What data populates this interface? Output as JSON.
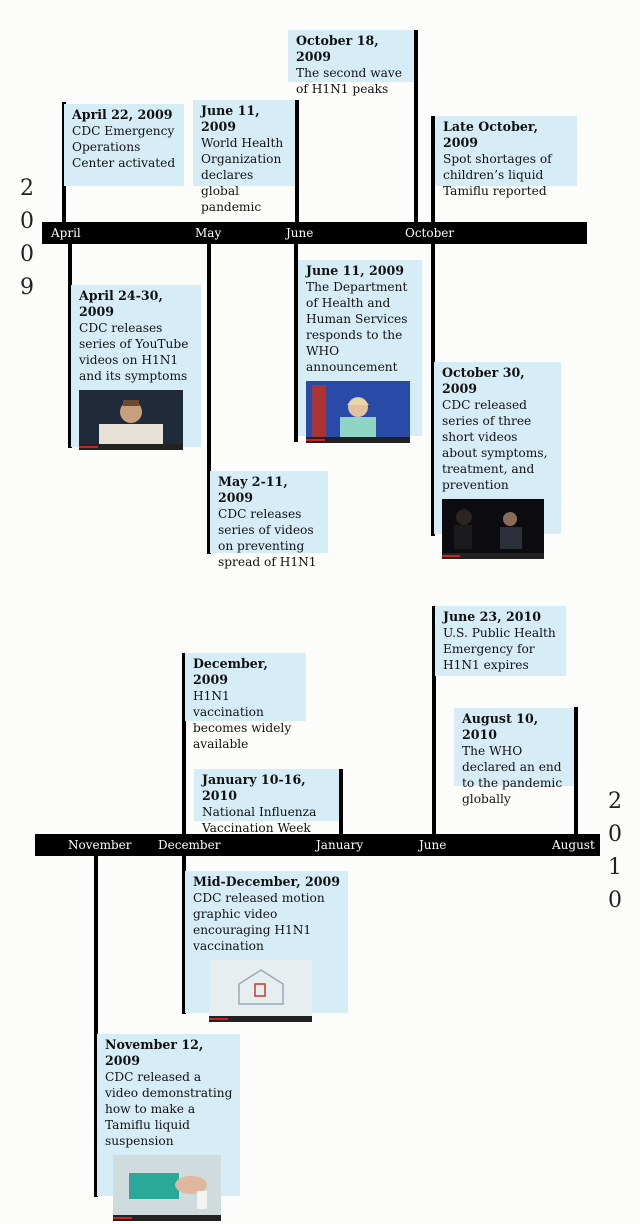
{
  "year_top": [
    "2",
    "0",
    "0",
    "9"
  ],
  "year_bottom": [
    "2",
    "0",
    "1",
    "0"
  ],
  "axis1": {
    "months": [
      "April",
      "May",
      "June",
      "October"
    ]
  },
  "axis2": {
    "months": [
      "November",
      "December",
      "January",
      "June",
      "August"
    ]
  },
  "events": {
    "apr22": {
      "date": "April 22, 2009",
      "text": "CDC Emergency Operations Center activated"
    },
    "jun11a": {
      "date": "June 11, 2009",
      "text": "World Health Organization declares global pandemic"
    },
    "oct18": {
      "date": "October 18, 2009",
      "text": "The second wave of H1N1 peaks"
    },
    "lateoct": {
      "date": "Late October, 2009",
      "text": "Spot shortages of children’s liquid Tamiflu reported"
    },
    "apr24": {
      "date": "April 24-30, 2009",
      "text": "CDC releases series of YouTube videos on H1N1 and its symptoms"
    },
    "may2": {
      "date": "May 2-11, 2009",
      "text": "CDC releases series of videos on preventing spread of H1N1"
    },
    "jun11b": {
      "date": "June 11, 2009",
      "text": "The Department of Health and Human Services responds to the WHO announcement"
    },
    "oct30": {
      "date": "October 30, 2009",
      "text": "CDC released series of three short videos about symptoms, treatment, and prevention"
    },
    "jun23": {
      "date": "June 23, 2010",
      "text": "U.S. Public Health Emergency for H1N1 expires"
    },
    "dec09": {
      "date": "December, 2009",
      "text": "H1N1 vaccination becomes widely available"
    },
    "aug10": {
      "date": "August 10, 2010",
      "text": "The WHO declared an end to the pandemic globally"
    },
    "jan10": {
      "date": "January 10-16, 2010",
      "text": "National Influenza Vaccination Week"
    },
    "middec": {
      "date": "Mid-December, 2009",
      "text": "CDC released motion graphic video encouraging H1N1 vaccination"
    },
    "nov12": {
      "date": "November 12, 2009",
      "text": "CDC released a video demonstrating how to make a Tamiflu liquid suspension"
    }
  }
}
